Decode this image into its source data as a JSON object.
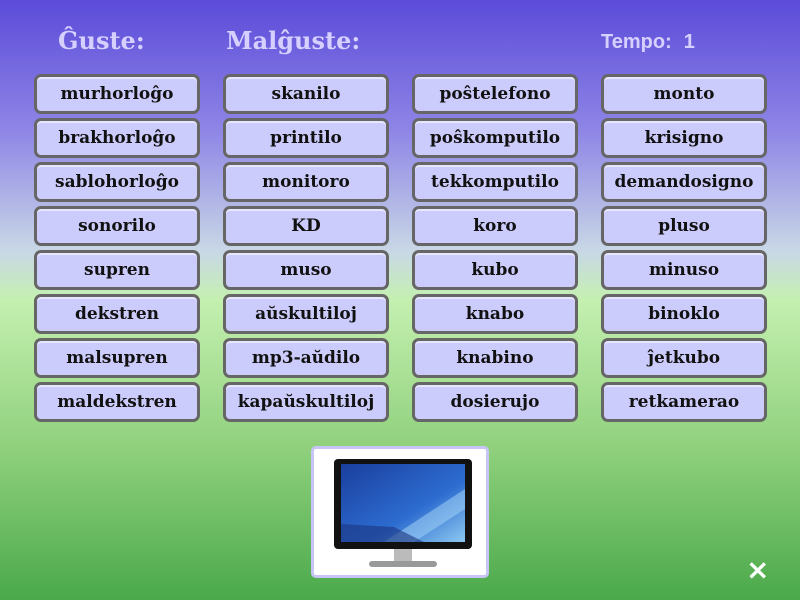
{
  "header": {
    "correct_label": "Ĝuste:",
    "wrong_label": "Malĝuste:",
    "time_label": "Tempo:",
    "time_value": "1"
  },
  "columns": [
    [
      "murhorloĝo",
      "brakhorloĝo",
      "sablohorloĝo",
      "sonorilo",
      "supren",
      "dekstren",
      "malsupren",
      "maldekstren"
    ],
    [
      "skanilo",
      "printilo",
      "monitoro",
      "KD",
      "muso",
      "aŭskultiloj",
      "mp3-aŭdilo",
      "kapaŭskultiloj"
    ],
    [
      "poŝtelefono",
      "poŝkomputilo",
      "tekkomputilo",
      "koro",
      "kubo",
      "knabo",
      "knabino",
      "dosierujo"
    ],
    [
      "monto",
      "krisigno",
      "demandosigno",
      "pluso",
      "minuso",
      "binoklo",
      "ĵetkubo",
      "retkamerao"
    ]
  ],
  "picture": {
    "icon": "computer-monitor"
  },
  "close_icon": "×"
}
